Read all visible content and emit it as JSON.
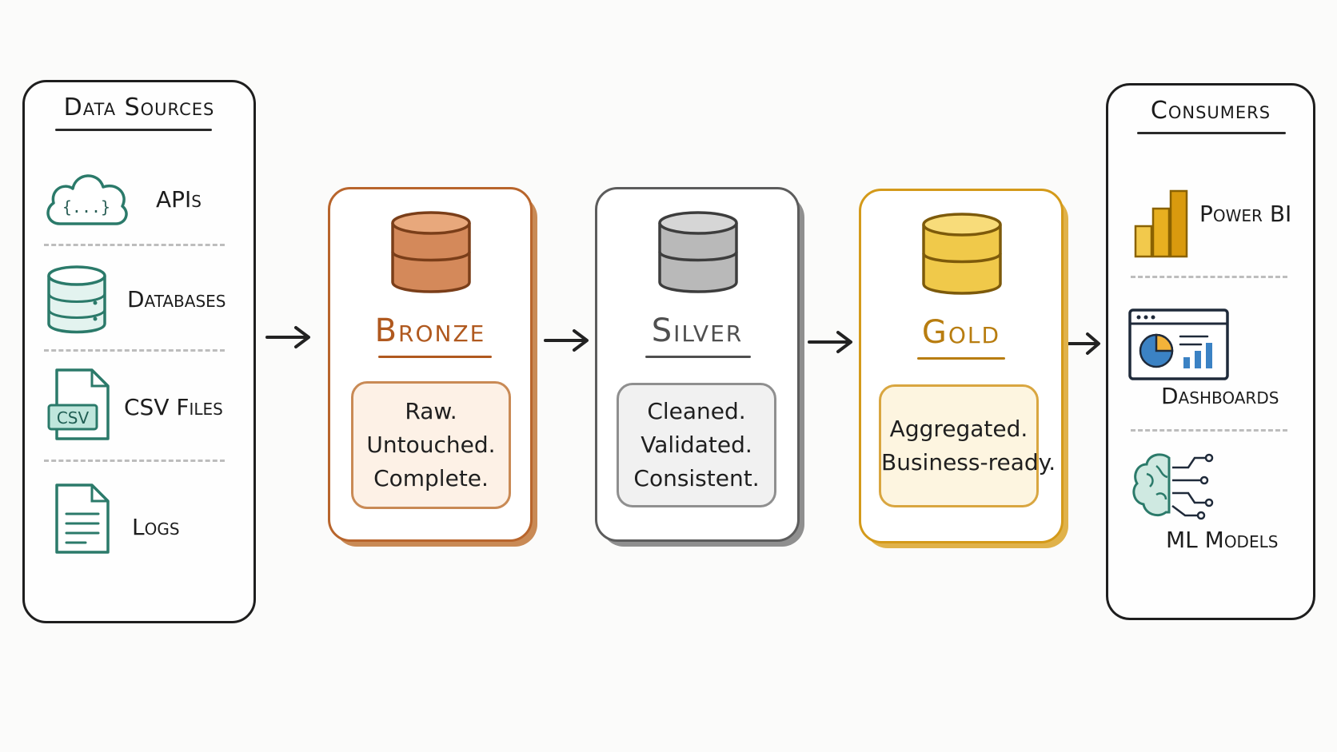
{
  "sources": {
    "title": "Data Sources",
    "items": [
      {
        "label": "APIs",
        "icon": "cloud-api-icon",
        "icon_text": "{...}"
      },
      {
        "label": "Databases",
        "icon": "database-icon"
      },
      {
        "label": "CSV Files",
        "icon": "csv-file-icon",
        "icon_text": "CSV"
      },
      {
        "label": "Logs",
        "icon": "log-document-icon"
      }
    ]
  },
  "layers": [
    {
      "name": "Bronze",
      "color": "#b8652c",
      "fill": "#fdf1e6",
      "lines": [
        "Raw.",
        "Untouched.",
        "Complete."
      ]
    },
    {
      "name": "Silver",
      "color": "#5c5c5c",
      "fill": "#f1f1f1",
      "lines": [
        "Cleaned.",
        "Validated.",
        "Consistent."
      ]
    },
    {
      "name": "Gold",
      "color": "#d49a1a",
      "fill": "#fdf5e0",
      "lines": [
        "Aggregated.",
        "Business-ready."
      ]
    }
  ],
  "consumers": {
    "title": "Consumers",
    "items": [
      {
        "label": "Power BI",
        "icon": "bar-chart-icon"
      },
      {
        "label": "Dashboards",
        "icon": "dashboard-icon"
      },
      {
        "label": "ML Models",
        "icon": "brain-circuit-icon"
      }
    ]
  }
}
